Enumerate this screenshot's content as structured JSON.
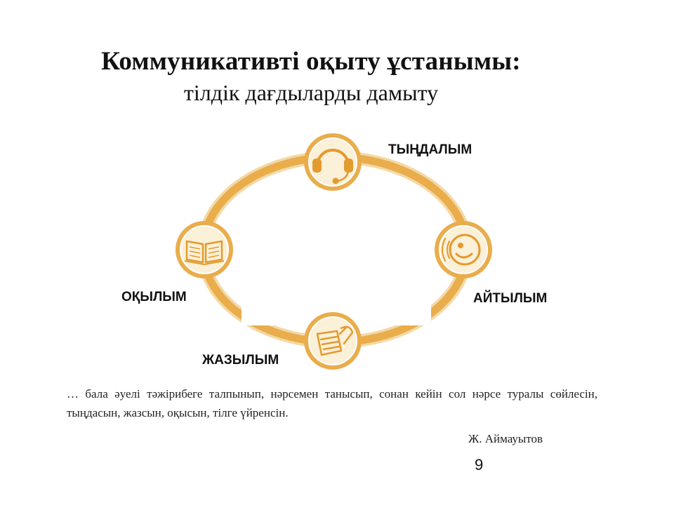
{
  "slide": {
    "title": "Коммуникативті оқыту ұстанымы:",
    "subtitle": "тілдік дағдыларды дамыту",
    "page_number": "9"
  },
  "diagram": {
    "accent_color": "#e8a53c",
    "icon_fill": "#fbf0d8",
    "skills": {
      "listening": {
        "label": "ТЫҢДАЛЫМ",
        "icon": "headphones-icon"
      },
      "speaking": {
        "label": "АЙТЫЛЫМ",
        "icon": "speaking-face-icon"
      },
      "writing": {
        "label": "ЖАЗЫЛЫМ",
        "icon": "quill-paper-icon"
      },
      "reading": {
        "label": "ОҚЫЛЫМ",
        "icon": "open-book-icon"
      }
    }
  },
  "quote": {
    "text": "… бала әуелі тәжірибеге талпынып, нәрсемен танысып, сонан кейін сол нәрсе туралы сөйлесін, тыңдасын, жазсын, оқысын, тілге үйренсін.",
    "author": "Ж. Аймауытов"
  }
}
